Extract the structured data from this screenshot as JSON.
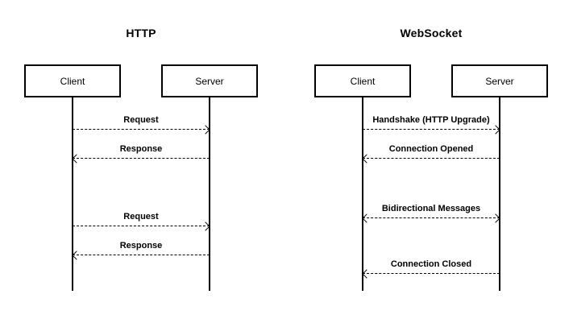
{
  "colors": {
    "line": "#000000",
    "background": "#ffffff",
    "text": "#000000"
  },
  "diagrams": [
    {
      "title": "HTTP",
      "actors": [
        {
          "label": "Client"
        },
        {
          "label": "Server"
        }
      ],
      "messages": [
        {
          "label": "Request",
          "from": "Client",
          "to": "Server",
          "direction": "right",
          "style": "dashed"
        },
        {
          "label": "Response",
          "from": "Server",
          "to": "Client",
          "direction": "left",
          "style": "dashed"
        },
        {
          "label": "Request",
          "from": "Client",
          "to": "Server",
          "direction": "right",
          "style": "dashed"
        },
        {
          "label": "Response",
          "from": "Server",
          "to": "Client",
          "direction": "left",
          "style": "dashed"
        }
      ]
    },
    {
      "title": "WebSocket",
      "actors": [
        {
          "label": "Client"
        },
        {
          "label": "Server"
        }
      ],
      "messages": [
        {
          "label": "Handshake (HTTP Upgrade)",
          "from": "Client",
          "to": "Server",
          "direction": "right",
          "style": "dashed"
        },
        {
          "label": "Connection Opened",
          "from": "Server",
          "to": "Client",
          "direction": "left",
          "style": "dashed"
        },
        {
          "label": "Bidirectional Messages",
          "from": "Client",
          "to": "Server",
          "direction": "both",
          "style": "dashed"
        },
        {
          "label": "Connection Closed",
          "from": "Server",
          "to": "Client",
          "direction": "left",
          "style": "dashed"
        }
      ]
    }
  ]
}
